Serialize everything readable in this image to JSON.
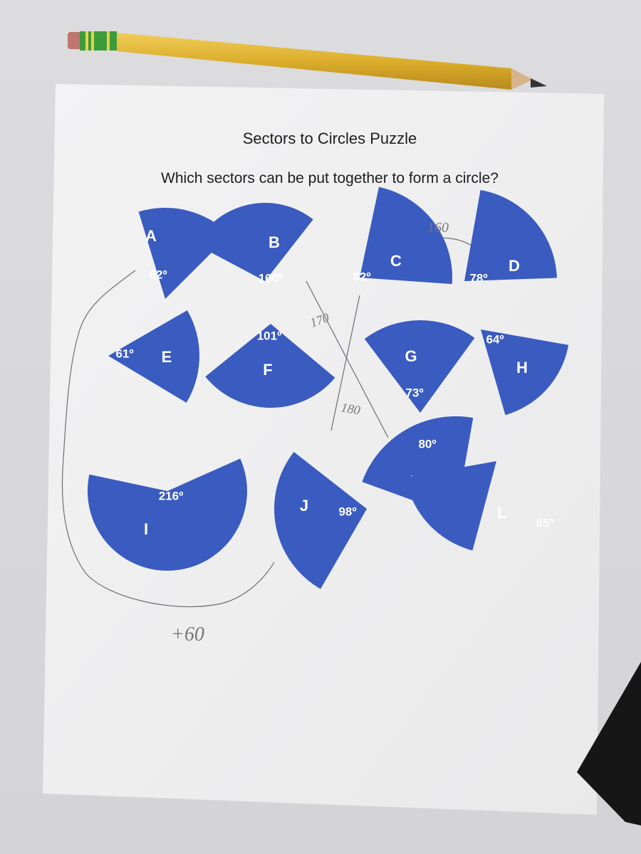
{
  "worksheet": {
    "title": "Sectors to Circles Puzzle",
    "question": "Which sectors can be put together to form a circle?"
  },
  "sector_color": "#3a5bbf",
  "sectors": [
    {
      "letter": "A",
      "angle": "62º"
    },
    {
      "letter": "B",
      "angle": "100º"
    },
    {
      "letter": "C",
      "angle": "82º"
    },
    {
      "letter": "D",
      "angle": "78º"
    },
    {
      "letter": "E",
      "angle": "61º"
    },
    {
      "letter": "F",
      "angle": "101º"
    },
    {
      "letter": "G",
      "angle": "73º"
    },
    {
      "letter": "H",
      "angle": "64º"
    },
    {
      "letter": "I",
      "angle": "216º"
    },
    {
      "letter": "J",
      "angle": "98º"
    },
    {
      "letter": "K",
      "angle": "80º"
    },
    {
      "letter": "L",
      "angle": "65º"
    }
  ],
  "handwriting": {
    "note_top_right": "160",
    "note_middle": "170",
    "note_center": "180",
    "note_bottom_left": "+60"
  },
  "objects": [
    "pencil",
    "black-case-corner"
  ]
}
